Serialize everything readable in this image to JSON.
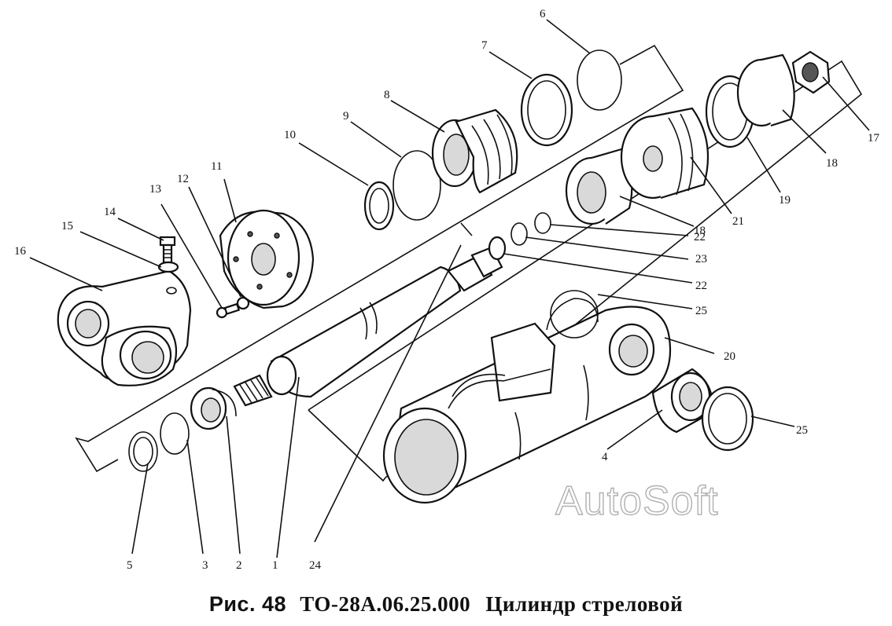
{
  "caption": {
    "figure": "Рис. 48",
    "code": "ТО-28А.06.25.000",
    "title": "Цилиндр стреловой"
  },
  "watermark": "AutoSoft",
  "callouts": [
    "1",
    "2",
    "3",
    "4",
    "5",
    "6",
    "7",
    "8",
    "9",
    "10",
    "11",
    "12",
    "13",
    "14",
    "15",
    "16",
    "17",
    "18",
    "18",
    "19",
    "20",
    "21",
    "22",
    "22",
    "23",
    "24",
    "25",
    "25"
  ]
}
